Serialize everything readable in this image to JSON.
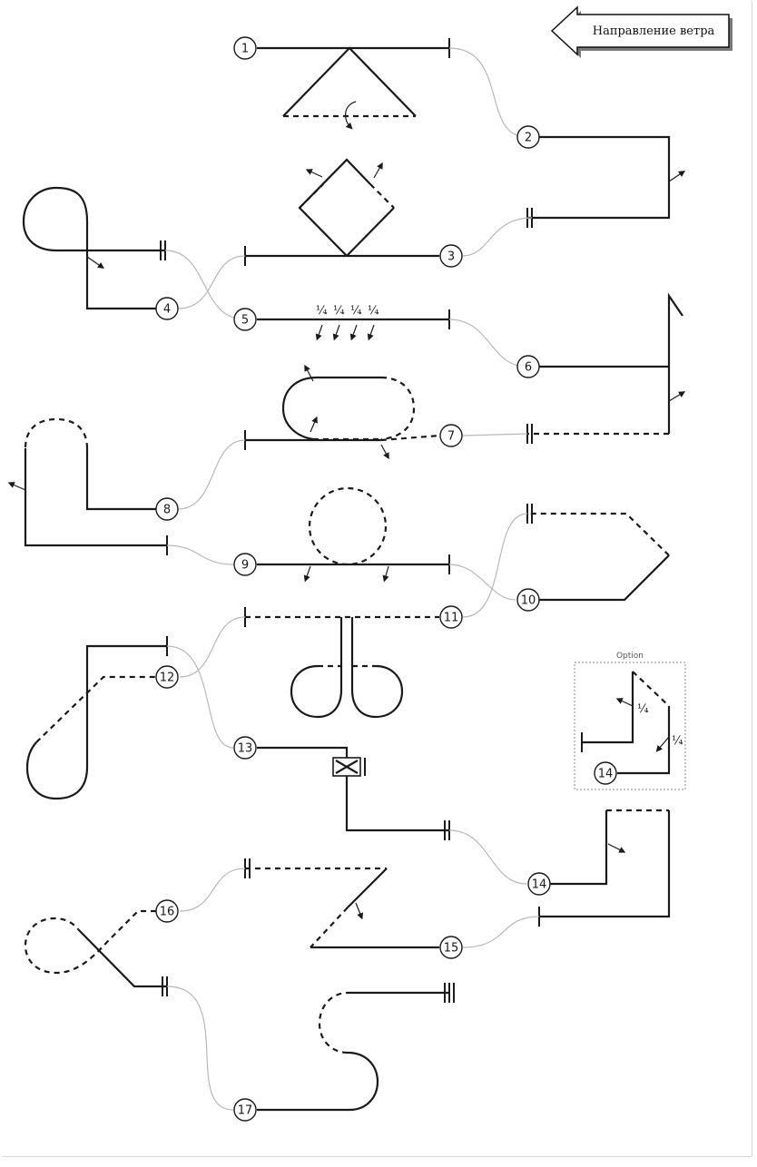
{
  "wind": {
    "label": "Направление ветра"
  },
  "steps": [
    "1",
    "2",
    "3",
    "4",
    "5",
    "6",
    "7",
    "8",
    "9",
    "10",
    "11",
    "12",
    "13",
    "14",
    "15",
    "16",
    "17"
  ],
  "quarters": [
    "¼",
    "¼",
    "¼",
    "¼"
  ],
  "option": {
    "title": "Option",
    "quarter_a": "¼",
    "quarter_b": "¼",
    "step": "14"
  }
}
